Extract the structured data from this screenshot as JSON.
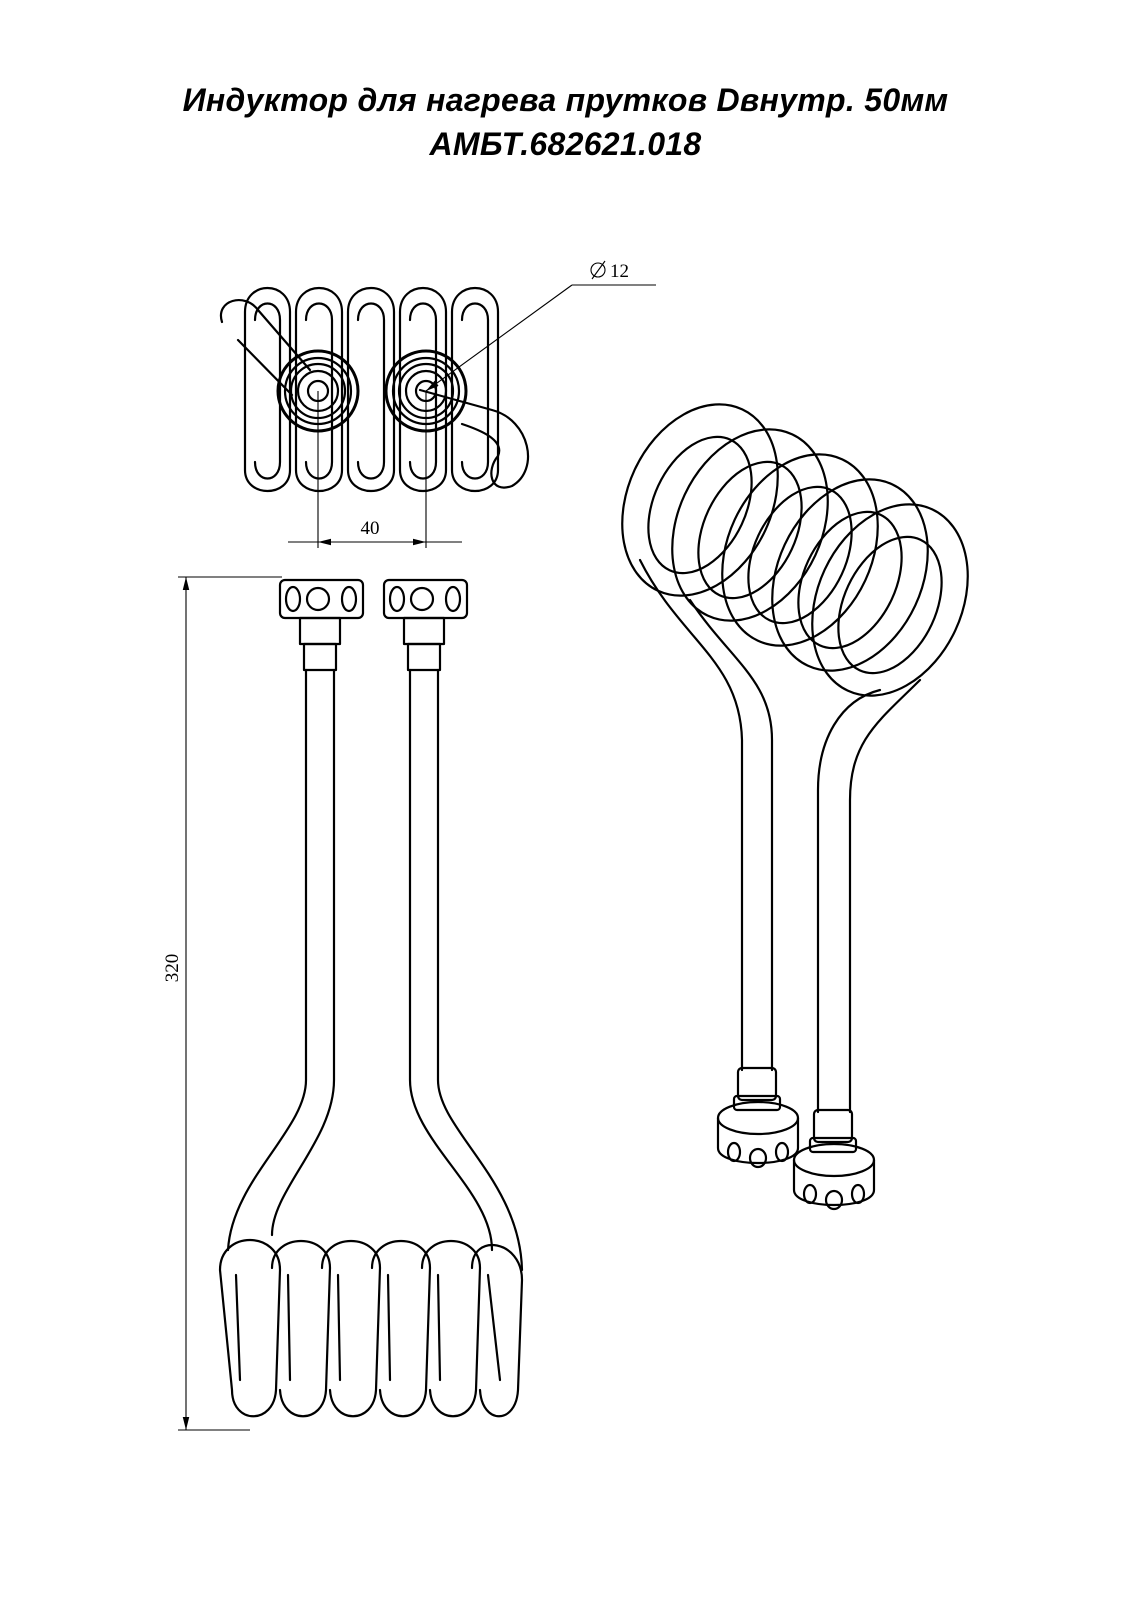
{
  "title": {
    "line1": "Индуктор для нагрева прутков Dвнутр. 50мм",
    "line2": "АМБТ.682621.018"
  },
  "dimensions": {
    "diameter_label": "12",
    "spacing_label": "40",
    "height_label": "320"
  },
  "colors": {
    "stroke": "#000000",
    "background": "#ffffff"
  }
}
